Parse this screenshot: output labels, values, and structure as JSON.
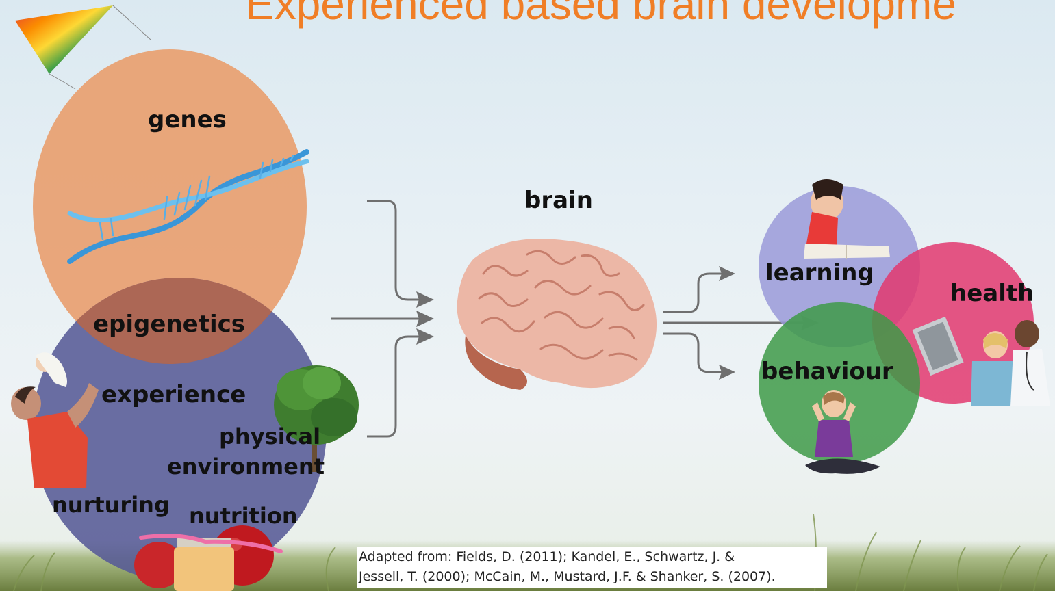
{
  "slide": {
    "title": "Experienced based brain developme",
    "citation_line1": "Adapted from: Fields, D. (2011); Kandel, E., Schwartz, J. &",
    "citation_line2": "Jessell, T. (2000); McCain, M., Mustard, J.F. & Shanker, S. (2007)."
  },
  "diagram": {
    "inputs": {
      "genes": "genes",
      "epigenetics": "epigenetics",
      "experience": "experience",
      "physical_line1": "physical",
      "physical_line2": "environment",
      "nurturing": "nurturing",
      "nutrition": "nutrition"
    },
    "center": {
      "brain": "brain"
    },
    "outputs": {
      "learning": "learning",
      "health": "health",
      "behaviour": "behaviour"
    }
  },
  "colors": {
    "title": "#f07e26",
    "genes_circle": "#e8a070",
    "environment_circle": "#565a96",
    "overlap": "#b8674a",
    "learning_circle": "#9a9ad8",
    "health_circle": "#e2386e",
    "behaviour_circle": "#3e9a48",
    "arrows": "#6f6f6f"
  },
  "icons": [
    "kite-icon",
    "dna-icon",
    "father-baby-photo",
    "tree-icon",
    "apple-jar-photo",
    "brain-icon",
    "girl-reading-photo",
    "doctors-xray-photo",
    "child-photo"
  ]
}
